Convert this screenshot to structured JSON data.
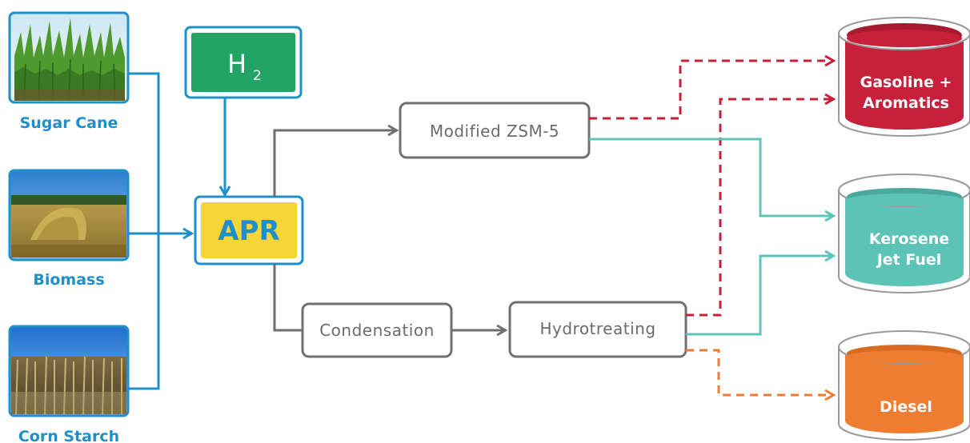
{
  "sources": [
    {
      "label": "Sugar Cane"
    },
    {
      "label": "Biomass"
    },
    {
      "label": "Corn Starch"
    }
  ],
  "hydrogen": {
    "symbol": "H",
    "subscript": "2"
  },
  "apr": {
    "label": "APR"
  },
  "processes": {
    "zsm5": "Modified ZSM-5",
    "condensation": "Condensation",
    "hydrotreating": "Hydrotreating"
  },
  "products": {
    "gasoline": {
      "line1": "Gasoline +",
      "line2": "Aromatics",
      "color": "#c8203a"
    },
    "kerosene": {
      "line1": "Kerosene",
      "line2": "Jet Fuel",
      "color": "#5cc4b7"
    },
    "diesel": {
      "line1": "Diesel",
      "color": "#ee7d31"
    }
  },
  "colors": {
    "source_blue": "#1f8fcb",
    "h2_green": "#22a464",
    "apr_yellow": "#f7d539",
    "process_gray": "#707070",
    "gasoline_red": "#c8203a",
    "kerosene_teal": "#5cc4b7",
    "diesel_orange": "#ee7d31"
  }
}
